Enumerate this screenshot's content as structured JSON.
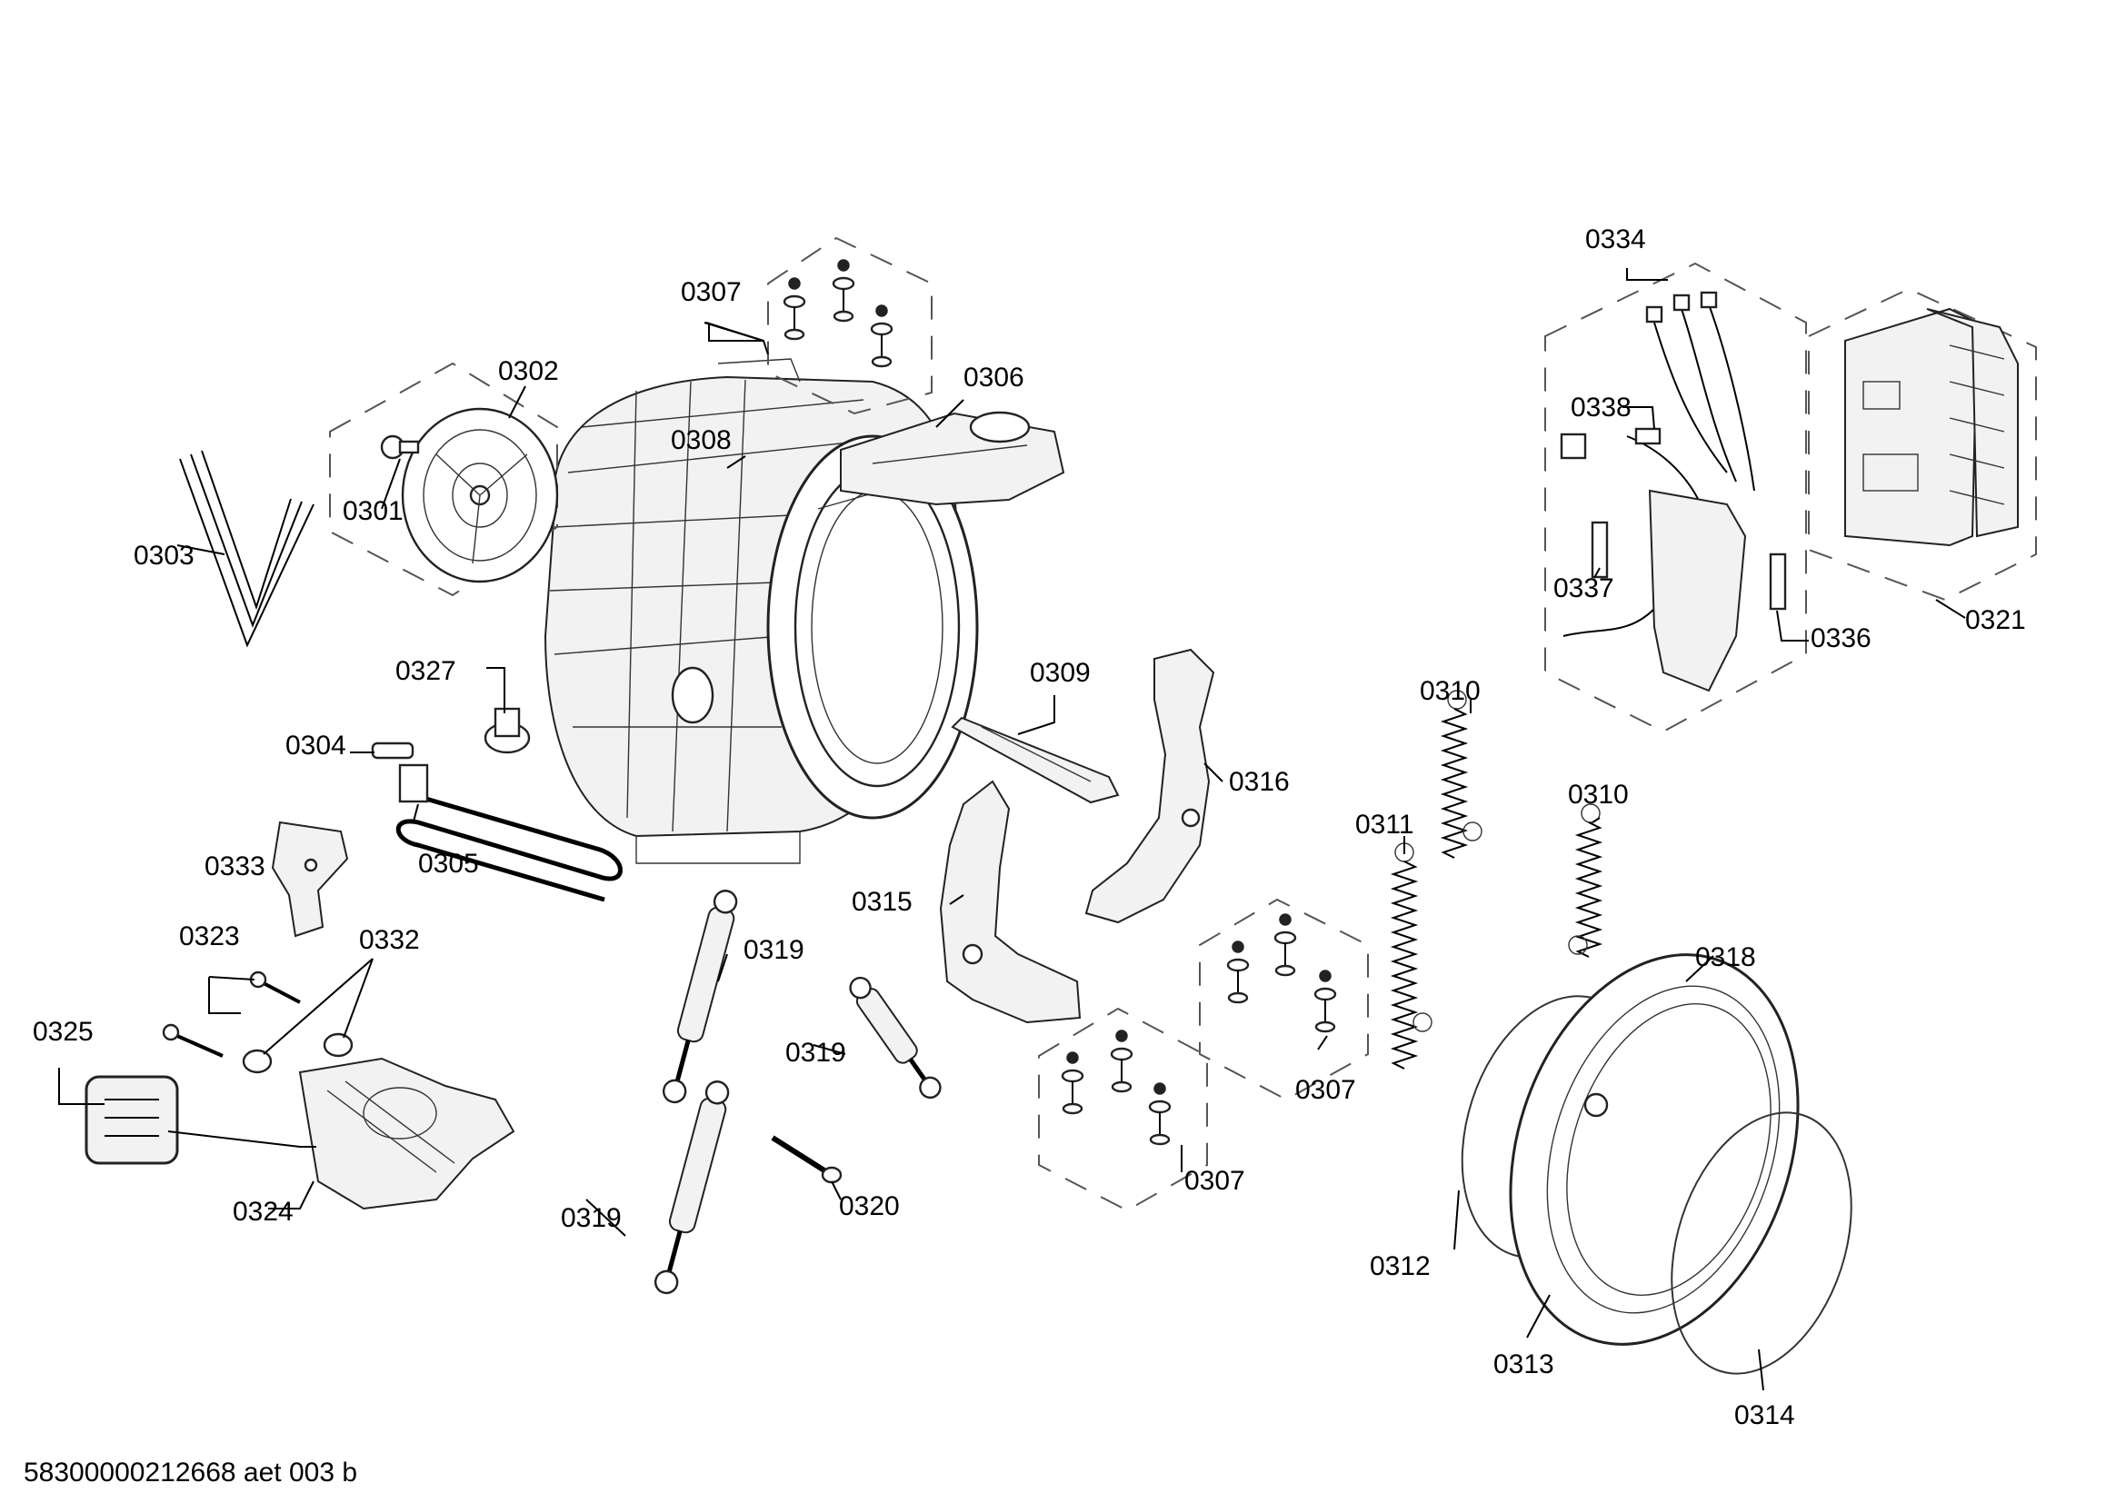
{
  "document_code": "58300000212668 aet 003 b",
  "labels": {
    "l0301": "0301",
    "l0302": "0302",
    "l0303": "0303",
    "l0304": "0304",
    "l0305": "0305",
    "l0306": "0306",
    "l0307a": "0307",
    "l0307b": "0307",
    "l0307c": "0307",
    "l0308": "0308",
    "l0309": "0309",
    "l0310a": "0310",
    "l0310b": "0310",
    "l0311": "0311",
    "l0312": "0312",
    "l0313": "0313",
    "l0314": "0314",
    "l0315": "0315",
    "l0316": "0316",
    "l0318": "0318",
    "l0319a": "0319",
    "l0319b": "0319",
    "l0319c": "0319",
    "l0320": "0320",
    "l0321": "0321",
    "l0323": "0323",
    "l0324": "0324",
    "l0325": "0325",
    "l0327": "0327",
    "l0332": "0332",
    "l0333": "0333",
    "l0334": "0334",
    "l0336": "0336",
    "l0337": "0337",
    "l0338": "0338"
  }
}
